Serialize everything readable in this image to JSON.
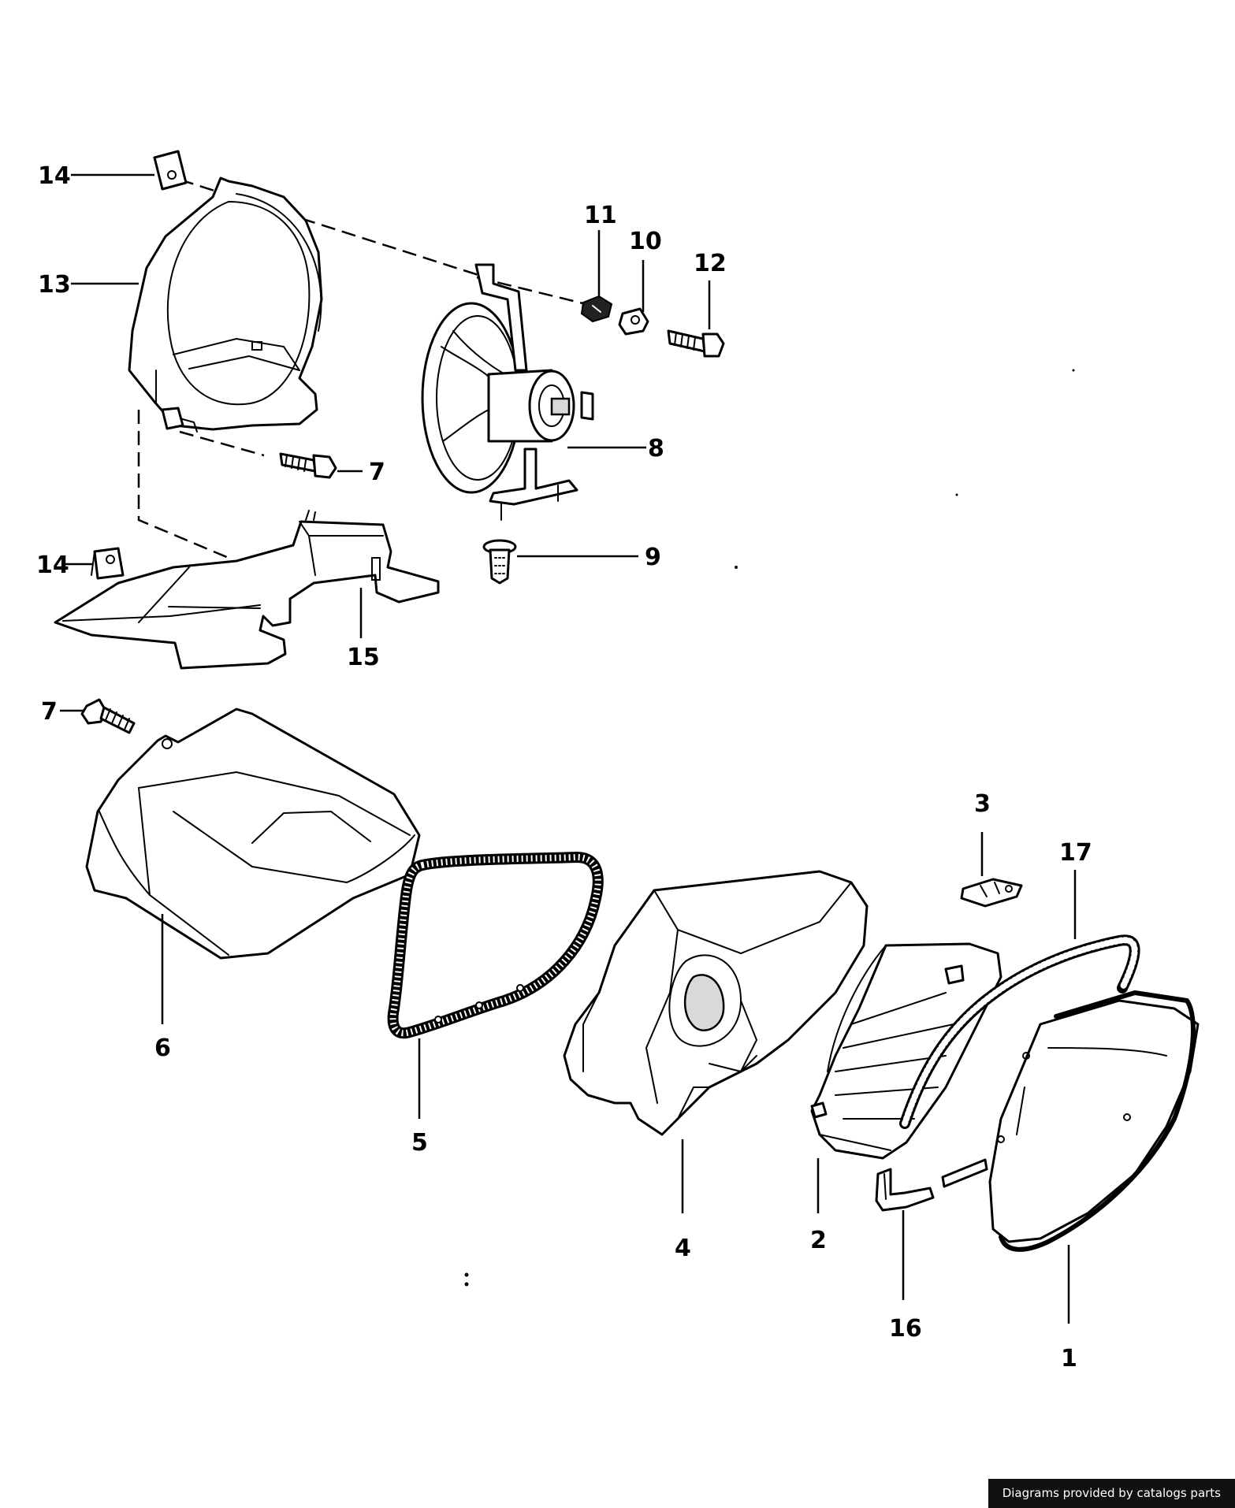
{
  "callouts": {
    "c1": "1",
    "c2": "2",
    "c3": "3",
    "c4": "4",
    "c5": "5",
    "c6": "6",
    "c7a": "7",
    "c7b": "7",
    "c8": "8",
    "c9": "9",
    "c10": "10",
    "c11": "11",
    "c12": "12",
    "c13": "13",
    "c14a": "14",
    "c14b": "14",
    "c15": "15",
    "c16": "16",
    "c17": "17"
  },
  "footer": {
    "credit": "Diagrams provided by catalogs parts"
  }
}
